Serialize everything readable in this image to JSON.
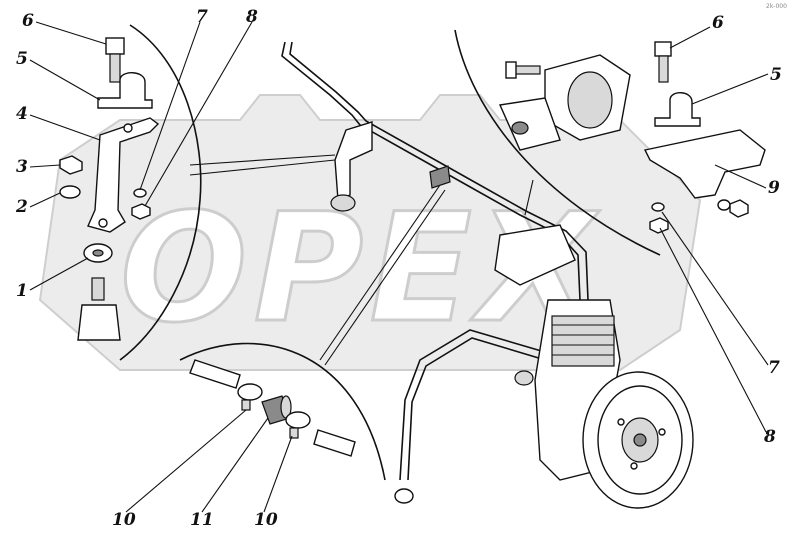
{
  "diagram": {
    "corner_note": "2k-000",
    "watermark": {
      "text": "OPEX"
    },
    "callouts": [
      {
        "id": "6-left",
        "label": "6"
      },
      {
        "id": "5-left",
        "label": "5"
      },
      {
        "id": "4",
        "label": "4"
      },
      {
        "id": "3",
        "label": "3"
      },
      {
        "id": "2",
        "label": "2"
      },
      {
        "id": "1",
        "label": "1"
      },
      {
        "id": "7-top",
        "label": "7"
      },
      {
        "id": "8-top",
        "label": "8"
      },
      {
        "id": "6-right",
        "label": "6"
      },
      {
        "id": "5-right",
        "label": "5"
      },
      {
        "id": "9",
        "label": "9"
      },
      {
        "id": "7-right",
        "label": "7"
      },
      {
        "id": "8-right",
        "label": "8"
      },
      {
        "id": "10-left",
        "label": "10"
      },
      {
        "id": "11",
        "label": "11"
      },
      {
        "id": "10-right",
        "label": "10"
      }
    ]
  }
}
